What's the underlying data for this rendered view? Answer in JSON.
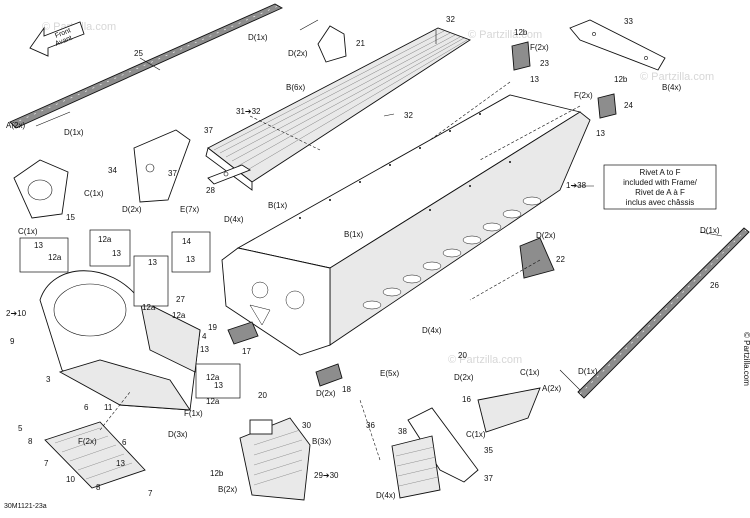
{
  "watermarks": [
    "© Partzilla.com",
    "© Partzilla.com",
    "© Partzilla.com",
    "© Partzilla.com"
  ],
  "front_arrow": [
    "Front",
    "Avant"
  ],
  "rivet_note": [
    "Rivet A to F",
    "included with Frame/",
    "Rivet de A à F",
    "inclus avec châssis"
  ],
  "side_watermark": "© Partzilla.com",
  "diagram_id": "30M1121-23a",
  "labels": [
    "D(1x)",
    "32",
    "D(2x)",
    "21",
    "12b",
    "F(2x)",
    "23",
    "13",
    "33",
    "25",
    "B(6x)",
    "12b",
    "F(2x)",
    "24",
    "13",
    "B(4x)",
    "31➔32",
    "32",
    "A(2x)",
    "D(1x)",
    "37",
    "34",
    "37",
    "28",
    "1➔38",
    "C(1x)",
    "D(2x)",
    "E(7x)",
    "D(4x)",
    "B(1x)",
    "15",
    "C(1x)",
    "B(1x)",
    "D(2x)",
    "D(1x)",
    "13",
    "12a",
    "12a",
    "13",
    "14",
    "13",
    "13",
    "22",
    "26",
    "2➔10",
    "12a",
    "27",
    "12a",
    "19",
    "4",
    "9",
    "13",
    "17",
    "3",
    "D(4x)",
    "20",
    "D(2x)",
    "D(1x)",
    "A(2x)",
    "C(1x)",
    "6",
    "11",
    "12a",
    "13",
    "18",
    "E(5x)",
    "16",
    "12a",
    "20",
    "D(2x)",
    "F(1x)",
    "36",
    "38",
    "C(1x)",
    "5",
    "F(2x)",
    "D(3x)",
    "8",
    "6",
    "30",
    "B(3x)",
    "7",
    "13",
    "12b",
    "29➔30",
    "10",
    "35",
    "B(2x)",
    "8",
    "7",
    "37",
    "D(4x)"
  ]
}
